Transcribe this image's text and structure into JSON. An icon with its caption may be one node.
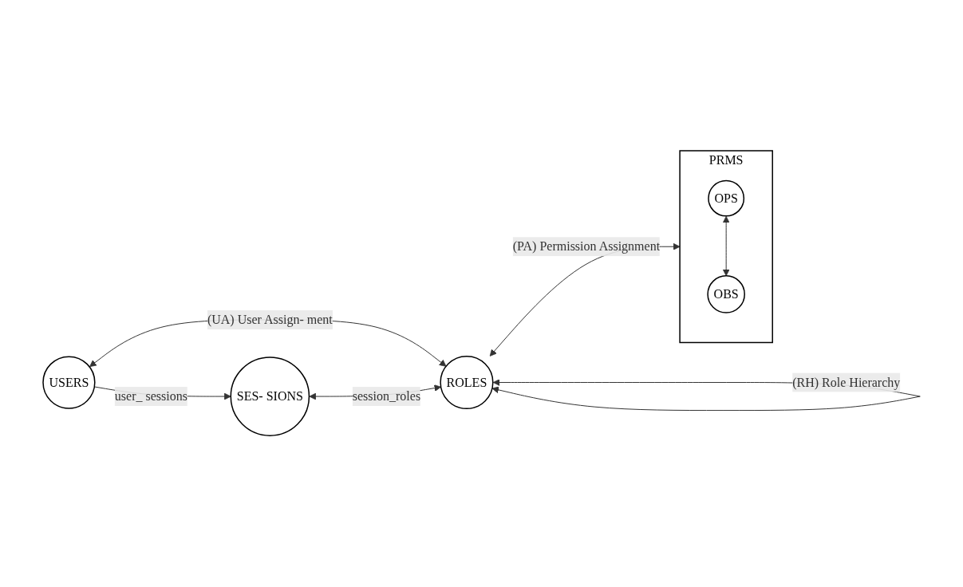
{
  "diagram": {
    "nodes": [
      {
        "text": [
          "USERS"
        ]
      },
      {
        "text": [
          "ROLES"
        ]
      },
      {
        "text": [
          "SES- SIONS"
        ]
      },
      {
        "text": [
          "PRMS"
        ]
      },
      {
        "text": [
          "OPS"
        ],
        "in": 3
      },
      {
        "text": [
          "OBS"
        ],
        "in": 3
      }
    ],
    "edges": [
      {
        "from": 1,
        "to": 1,
        "arrow": "both",
        "label": "(RH) Role Hierarchy"
      },
      {
        "from": 0,
        "to": 1,
        "arrow": "both",
        "label": "(UA) User Assign- ment"
      },
      {
        "from": 1,
        "to": 3,
        "arrow": "both",
        "label": "(PA) Permission Assignment"
      },
      {
        "from": 4,
        "to": 5,
        "arrow": "both"
      },
      {
        "from": 0,
        "to": 2,
        "arrow": "to",
        "label": "user_ sessions"
      },
      {
        "from": 2,
        "to": 1,
        "arrow": "both",
        "label": "session_roles"
      }
    ]
  }
}
